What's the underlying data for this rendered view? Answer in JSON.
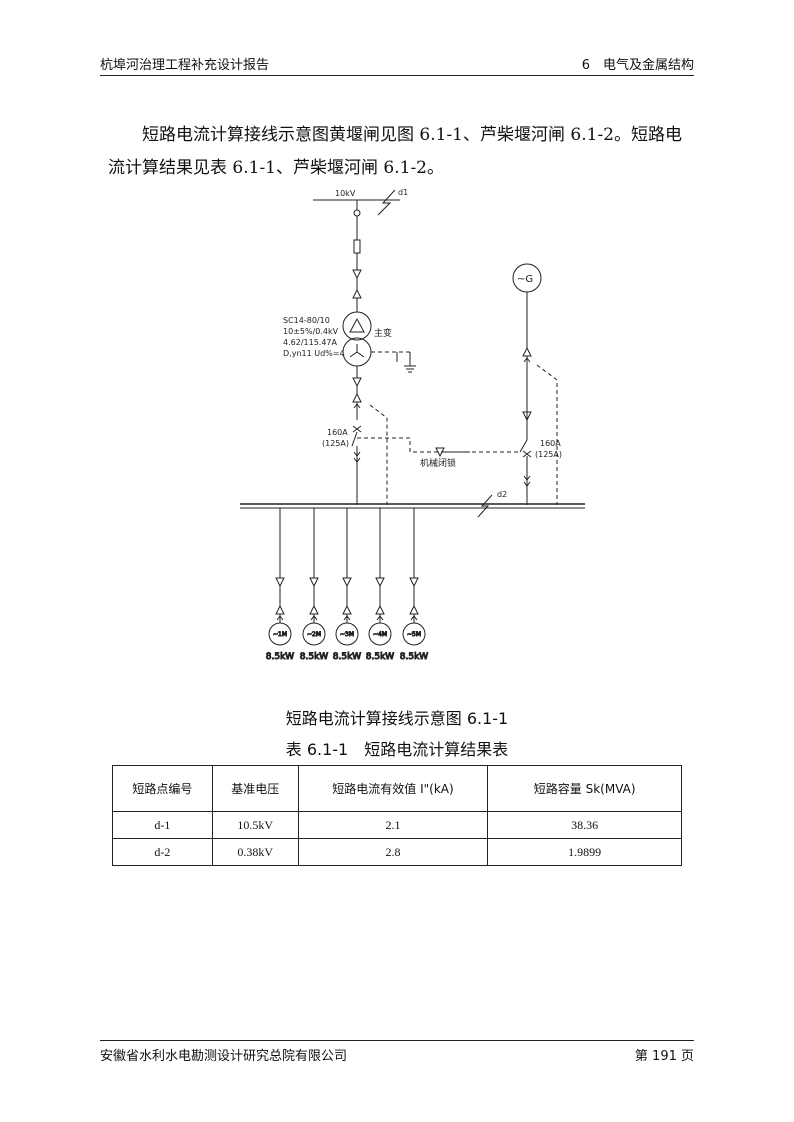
{
  "header": {
    "left": "杭埠河治理工程补充设计报告",
    "right": "6　电气及金属结构"
  },
  "paragraph": "短路电流计算接线示意图黄堰闸见图 6.1-1、芦柴堰河闸 6.1-2。短路电流计算结果见表 6.1-1、芦柴堰河闸 6.1-2。",
  "diagram": {
    "voltage_label": "10kV",
    "fault1_label": "d1",
    "fault2_label": "d2",
    "transformer_spec": [
      "SC14-80/10",
      "10±5%/0.4kV",
      "4.62/115.47A",
      "D,yn11 Ud%=4"
    ],
    "transformer_label": "主变",
    "breaker_left": [
      "160A",
      "(125A)"
    ],
    "breaker_right": [
      "160A",
      "(125A)"
    ],
    "interlock_label": "机械闭锁",
    "generator_label": "~G",
    "motors": [
      {
        "label": "~1M",
        "power": "8.5kW"
      },
      {
        "label": "~2M",
        "power": "8.5kW"
      },
      {
        "label": "~3M",
        "power": "8.5kW"
      },
      {
        "label": "~4M",
        "power": "8.5kW"
      },
      {
        "label": "~5M",
        "power": "8.5kW"
      }
    ]
  },
  "figure_caption": "短路电流计算接线示意图 6.1-1",
  "table_caption": "表 6.1-1　短路电流计算结果表",
  "table": {
    "headers": [
      "短路点编号",
      "基准电压",
      "短路电流有效值 I\"(kA)",
      "短路容量 Sk(MVA)"
    ],
    "rows": [
      [
        "d-1",
        "10.5kV",
        "2.1",
        "38.36"
      ],
      [
        "d-2",
        "0.38kV",
        "2.8",
        "1.9899"
      ]
    ]
  },
  "footer": {
    "left": "安徽省水利水电勘测设计研究总院有限公司",
    "right": "第 191 页"
  }
}
